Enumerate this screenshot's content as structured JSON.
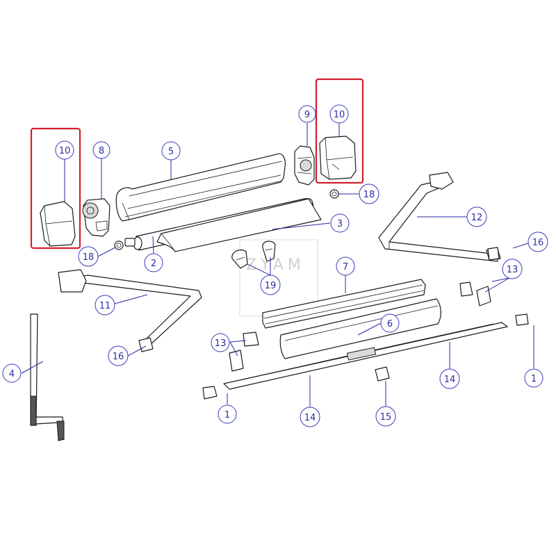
{
  "watermark": {
    "line1": "ZYAM"
  },
  "highlight_color": "#d21f2a",
  "callout_color": "#2b2ba8",
  "callouts": [
    {
      "id": "c10a",
      "label": "10"
    },
    {
      "id": "c8",
      "label": "8"
    },
    {
      "id": "c5",
      "label": "5"
    },
    {
      "id": "c9",
      "label": "9"
    },
    {
      "id": "c10b",
      "label": "10"
    },
    {
      "id": "c18a",
      "label": "18"
    },
    {
      "id": "c12",
      "label": "12"
    },
    {
      "id": "c3",
      "label": "3"
    },
    {
      "id": "c16a",
      "label": "16"
    },
    {
      "id": "c18b",
      "label": "18"
    },
    {
      "id": "c2",
      "label": "2"
    },
    {
      "id": "c7",
      "label": "7"
    },
    {
      "id": "c13a",
      "label": "13"
    },
    {
      "id": "c19",
      "label": "19"
    },
    {
      "id": "c11",
      "label": "11"
    },
    {
      "id": "c6",
      "label": "6"
    },
    {
      "id": "c16b",
      "label": "16"
    },
    {
      "id": "c13b",
      "label": "13"
    },
    {
      "id": "c14a",
      "label": "14"
    },
    {
      "id": "c1a",
      "label": "1"
    },
    {
      "id": "c4",
      "label": "4"
    },
    {
      "id": "c1b",
      "label": "1"
    },
    {
      "id": "c14b",
      "label": "14"
    },
    {
      "id": "c15",
      "label": "15"
    }
  ]
}
